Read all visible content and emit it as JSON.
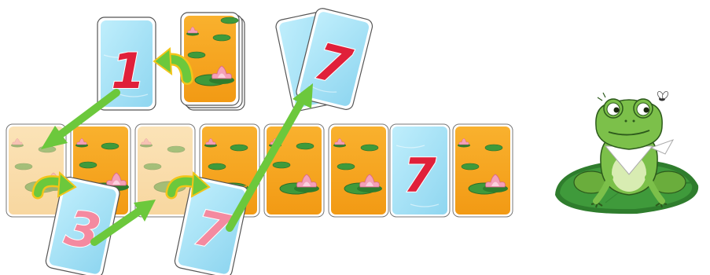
{
  "colors": {
    "card_blue": "#a9e4f7",
    "card_orange": "#f7a51f",
    "number_red": "#e0203a",
    "number_pink": "#f48aa0",
    "arrow_green": "#6cc83c",
    "pad_green": "#3f9a3b",
    "frog_green": "#7cc04a",
    "lotus_pink": "#f4a0b8"
  },
  "icons": [
    "card-stack-icon",
    "curved-arrow-icon",
    "straight-arrow-icon",
    "frog-icon",
    "lily-pad-icon",
    "fly-icon",
    "lotus-icon"
  ],
  "top_row": {
    "face_up_card": "1",
    "draw_pile": "face-down",
    "played_card": "7"
  },
  "row": [
    {
      "face": "down",
      "faded": true
    },
    {
      "face": "down",
      "faded": false
    },
    {
      "face": "down",
      "faded": true
    },
    {
      "face": "down",
      "faded": false
    },
    {
      "face": "down",
      "faded": false
    },
    {
      "face": "down",
      "faded": false
    },
    {
      "face": "up",
      "value": "7"
    },
    {
      "face": "down",
      "faded": false
    }
  ],
  "drawn_cards": [
    {
      "value": "3"
    },
    {
      "value": "7"
    }
  ]
}
